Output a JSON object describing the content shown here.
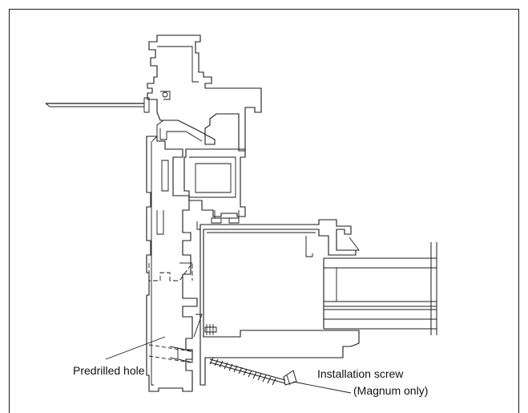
{
  "annotations": {
    "predrilled_hole": "Predrilled hole",
    "installation_screw": "Installation screw",
    "screw_note": "(Magnum only)"
  },
  "colors": {
    "line": "#1a1a1a",
    "background": "#ffffff"
  }
}
